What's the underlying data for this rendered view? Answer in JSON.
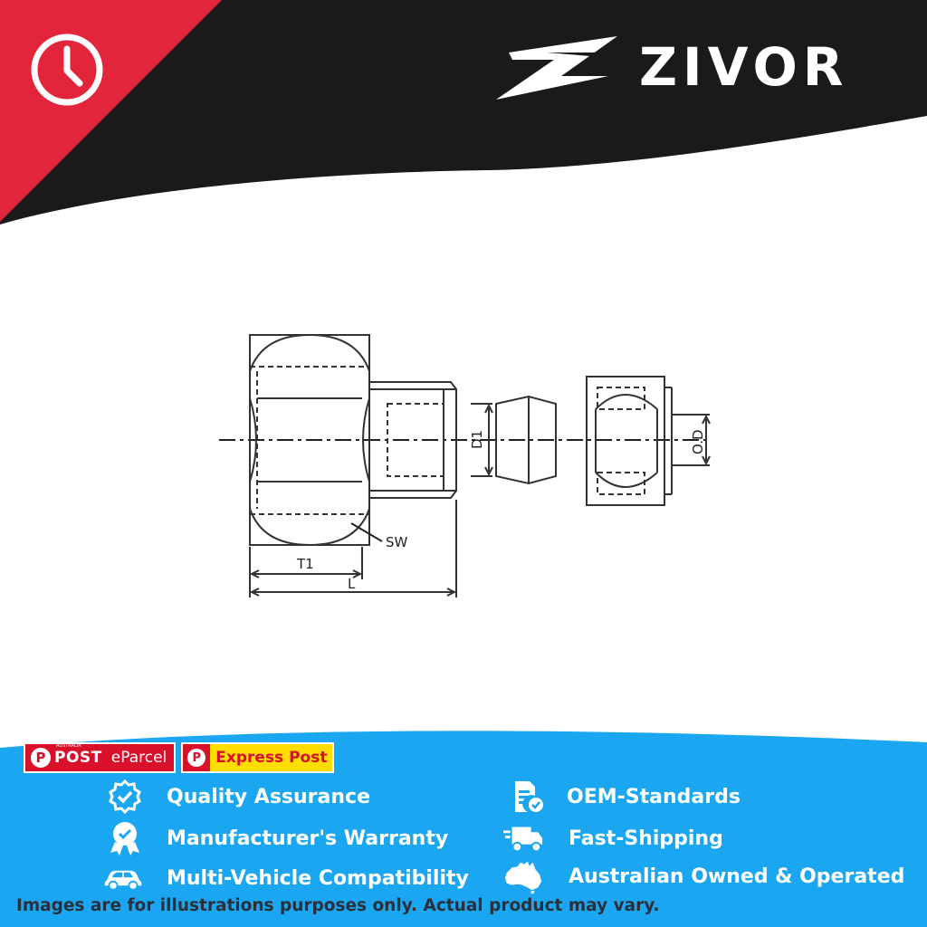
{
  "brand": {
    "name": "ZIVOR",
    "colors": {
      "red": "#e3253c",
      "black": "#1a1a1c",
      "blue": "#1aa6f0",
      "yellow": "#ffdd00"
    }
  },
  "header": {
    "clock_icon": "clock-icon"
  },
  "diagram": {
    "labels": {
      "sw": "SW",
      "t1": "T1",
      "l": "L",
      "d1": "D1",
      "od": "O.D"
    }
  },
  "shipping": {
    "auspost": {
      "small": "AUSTRALIA",
      "post": "POST",
      "eparcel": "eParcel"
    },
    "express": {
      "label": "Express Post"
    }
  },
  "features": [
    {
      "label": "Quality Assurance",
      "icon": "badge-check-icon"
    },
    {
      "label": "OEM-Standards",
      "icon": "document-check-icon"
    },
    {
      "label": "Manufacturer's Warranty",
      "icon": "warranty-ribbon-icon"
    },
    {
      "label": "Fast-Shipping",
      "icon": "delivery-truck-icon"
    },
    {
      "label": "Multi-Vehicle Compatibility",
      "icon": "car-icon"
    },
    {
      "label": "Australian Owned & Operated",
      "icon": "australia-map-icon"
    }
  ],
  "disclaimer": "Images are for illustrations purposes only. Actual product may vary."
}
